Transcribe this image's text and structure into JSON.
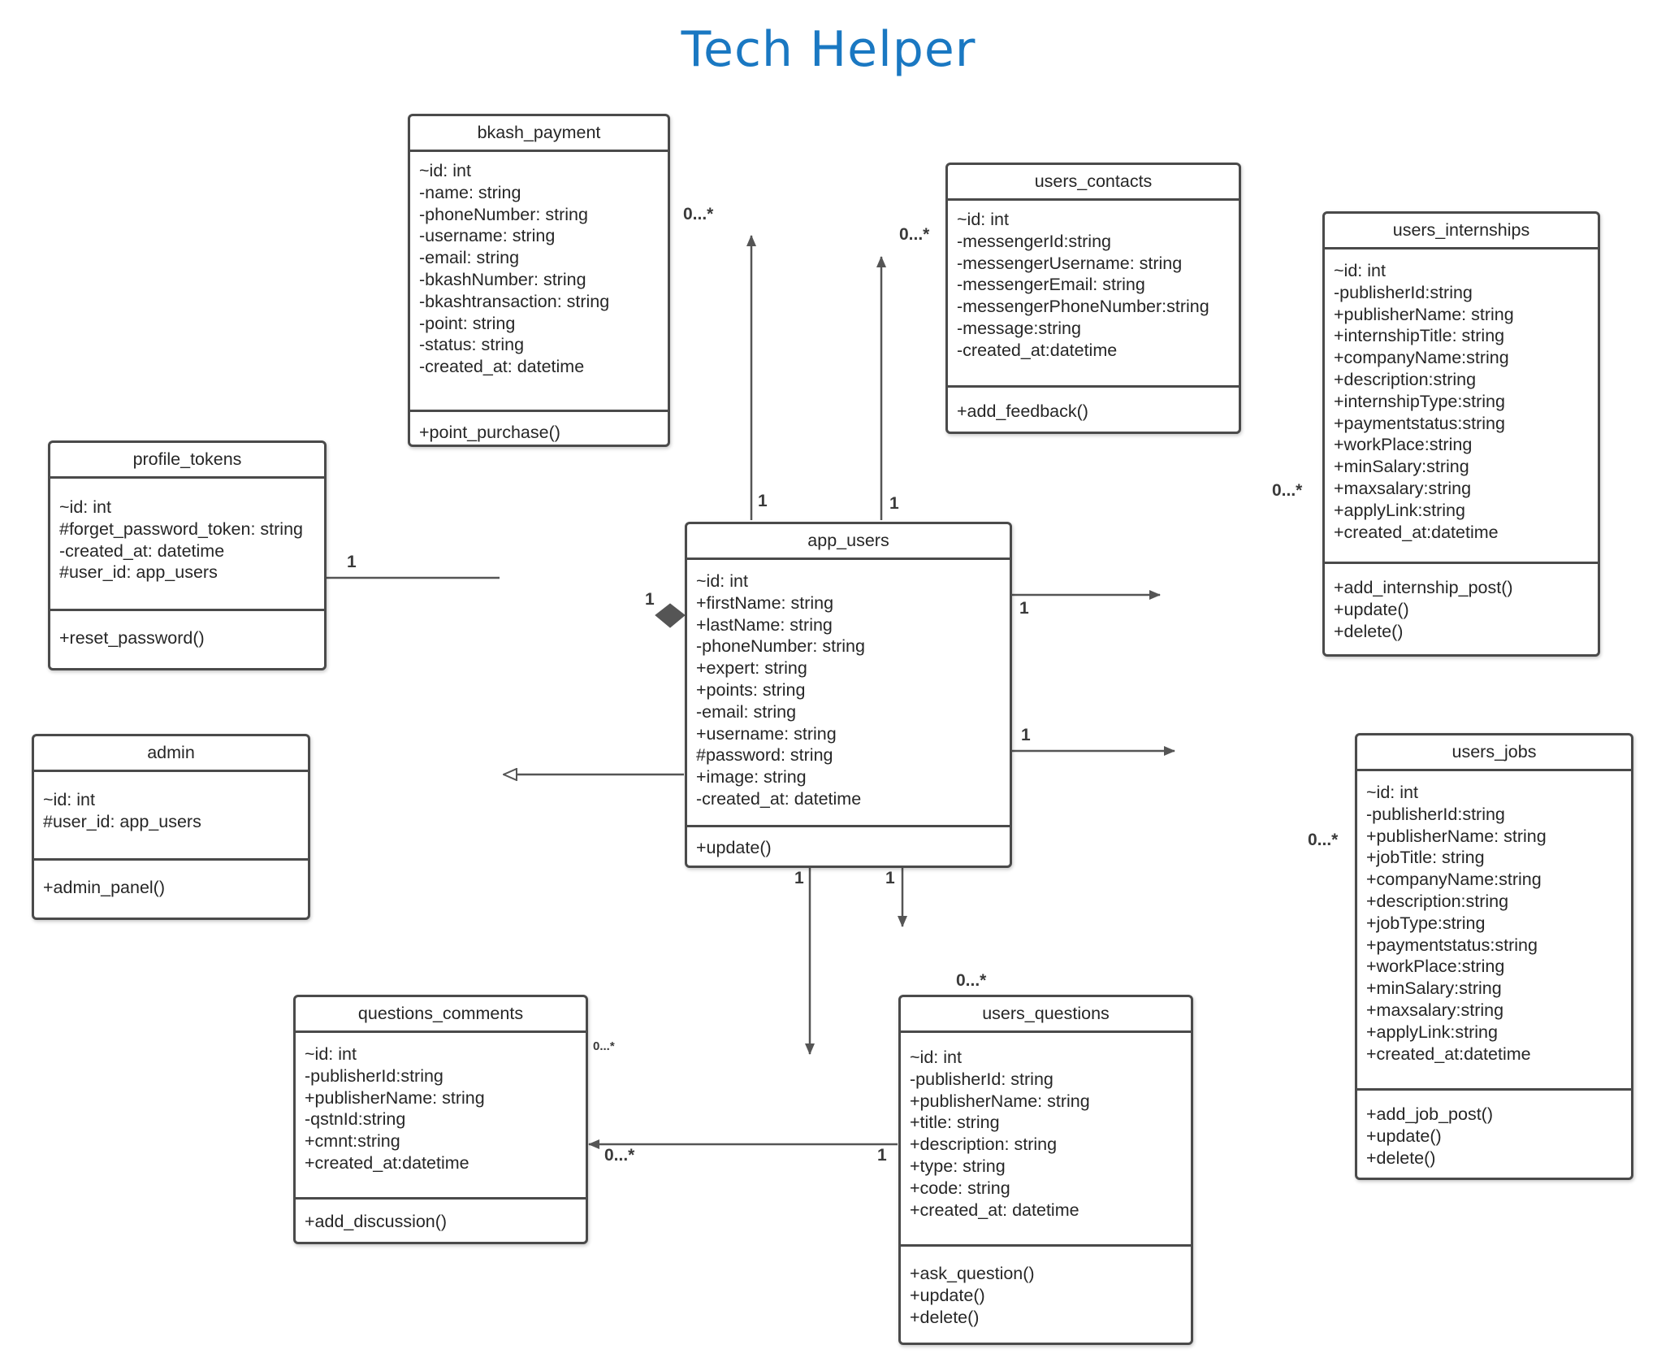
{
  "title": "Tech Helper",
  "colors": {
    "title": "#1a78c2",
    "line": "#555555",
    "border": "#4a4a4a"
  },
  "classes": {
    "bkash_payment": {
      "name": "bkash_payment",
      "attributes": [
        "~id: int",
        "-name: string",
        "-phoneNumber: string",
        "-username: string",
        "-email: string",
        "-bkashNumber: string",
        "-bkashtransaction: string",
        "-point: string",
        "-status: string",
        "-created_at: datetime"
      ],
      "methods": [
        "+point_purchase()"
      ]
    },
    "users_contacts": {
      "name": "users_contacts",
      "attributes": [
        "~id: int",
        "-messengerId:string",
        "-messengerUsername: string",
        "-messengerEmail: string",
        "-messengerPhoneNumber:string",
        "-message:string",
        "-created_at:datetime"
      ],
      "methods": [
        "+add_feedback()"
      ]
    },
    "users_internships": {
      "name": "users_internships",
      "attributes": [
        "~id: int",
        "-publisherId:string",
        "+publisherName: string",
        "+internshipTitle: string",
        "+companyName:string",
        "+description:string",
        "+internshipType:string",
        "+paymentstatus:string",
        "+workPlace:string",
        "+minSalary:string",
        "+maxsalary:string",
        "+applyLink:string",
        "+created_at:datetime"
      ],
      "methods": [
        "+add_internship_post()",
        "+update()",
        "+delete()"
      ]
    },
    "profile_tokens": {
      "name": "profile_tokens",
      "attributes": [
        "~id: int",
        "#forget_password_token: string",
        "-created_at: datetime",
        "#user_id: app_users"
      ],
      "methods": [
        "+reset_password()"
      ]
    },
    "app_users": {
      "name": "app_users",
      "attributes": [
        "~id: int",
        "+firstName: string",
        "+lastName: string",
        "-phoneNumber: string",
        "+expert: string",
        "+points: string",
        "-email: string",
        "+username: string",
        "#password: string",
        "+image: string",
        "-created_at: datetime"
      ],
      "methods": [
        "+update()"
      ]
    },
    "admin": {
      "name": "admin",
      "attributes": [
        "~id: int",
        "#user_id: app_users"
      ],
      "methods": [
        "+admin_panel()"
      ]
    },
    "users_jobs": {
      "name": "users_jobs",
      "attributes": [
        "~id: int",
        "-publisherId:string",
        "+publisherName: string",
        "+jobTitle: string",
        "+companyName:string",
        "+description:string",
        "+jobType:string",
        "+paymentstatus:string",
        "+workPlace:string",
        "+minSalary:string",
        "+maxsalary:string",
        "+applyLink:string",
        "+created_at:datetime"
      ],
      "methods": [
        "+add_job_post()",
        "+update()",
        "+delete()"
      ]
    },
    "questions_comments": {
      "name": "questions_comments",
      "attributes": [
        "~id: int",
        "-publisherId:string",
        "+publisherName: string",
        "-qstnId:string",
        "+cmnt:string",
        "+created_at:datetime"
      ],
      "methods": [
        "+add_discussion()"
      ]
    },
    "users_questions": {
      "name": "users_questions",
      "attributes": [
        "~id: int",
        "-publisherId: string",
        "+publisherName: string",
        "+title: string",
        "+description: string",
        "+type: string",
        "+code: string",
        "+created_at: datetime"
      ],
      "methods": [
        "+ask_question()",
        "+update()",
        "+delete()"
      ]
    }
  },
  "multiplicities": {
    "bkash_many": "0...*",
    "bkash_one": "1",
    "contacts_many": "0...*",
    "contacts_one": "1",
    "internships_many": "0...*",
    "internships_one": "1",
    "tokens_one_left": "1",
    "tokens_one_right": "1",
    "jobs_one": "1",
    "jobs_many": "0...*",
    "comments_one": "1",
    "comments_many_small": "0...*",
    "questions_one": "1",
    "questions_many": "0...*",
    "q_to_c_one": "1",
    "q_to_c_many": "0...*"
  }
}
